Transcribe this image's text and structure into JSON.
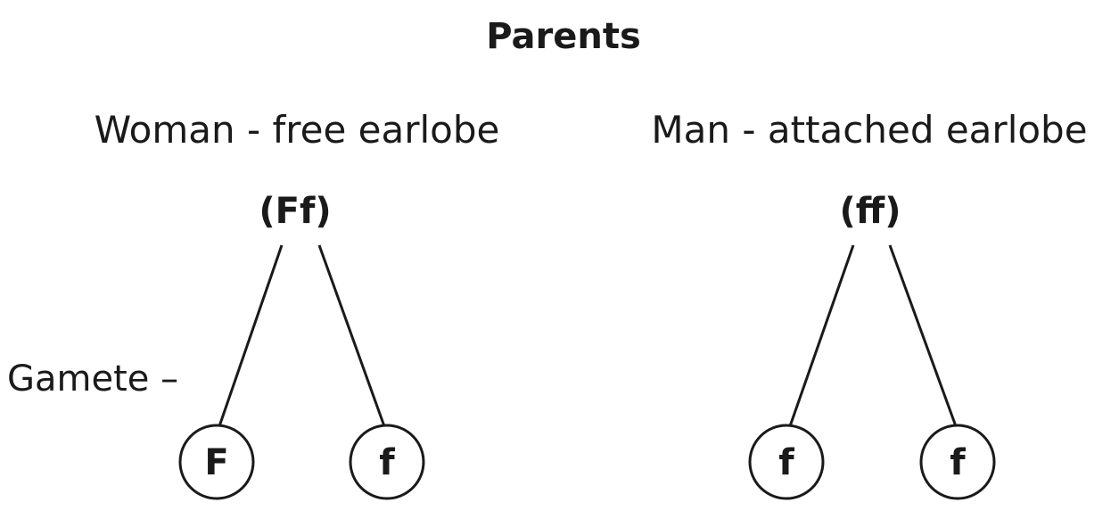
{
  "title": "Parents",
  "gamete_label": "Gamete –",
  "parents": [
    {
      "label": "Woman - free earlobe",
      "genotype": "(Ff)",
      "gametes": [
        "F",
        "f"
      ]
    },
    {
      "label": "Man - attached earlobe",
      "genotype": "(ff)",
      "gametes": [
        "f",
        "f"
      ]
    }
  ]
}
